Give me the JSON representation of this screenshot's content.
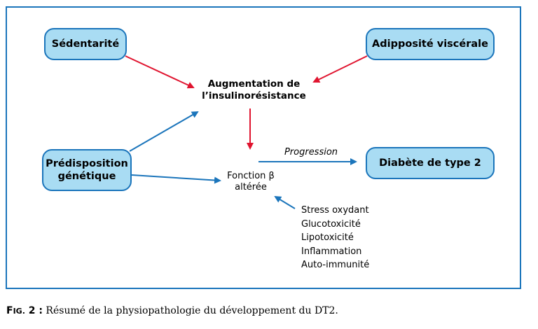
{
  "colors": {
    "frame": "#1b75bb",
    "node_fill": "#a9dcf3",
    "node_border": "#1b75bb",
    "arrow_red": "#e0142f",
    "arrow_blue": "#1b75bb"
  },
  "nodes": {
    "sedentarite": "Sédentarité",
    "adiposite": "Adipposité viscérale",
    "predisposition": "Prédisposition génétique",
    "diabete": "Diabète de type 2"
  },
  "labels": {
    "insulinoresistance_line1": "Augmentation de",
    "insulinoresistance_line2": "l’insulinorésistance",
    "fonction_line1": "Fonction β",
    "fonction_line2": "altérée",
    "progression": "Progression"
  },
  "factors": [
    "Stress oxydant",
    "Glucotoxicité",
    "Lipotoxicité",
    "Inflammation",
    "Auto-immunité"
  ],
  "caption": {
    "figure_label_first": "F",
    "figure_label_rest": "IG.",
    "figure_number": " 2 :",
    "text": " Résumé de la physiopathologie du développement du DT2."
  },
  "edges": [
    {
      "from": "Sédentarité",
      "to": "Augmentation de l’insulinorésistance",
      "color": "red"
    },
    {
      "from": "Adipposité viscérale",
      "to": "Augmentation de l’insulinorésistance",
      "color": "red"
    },
    {
      "from": "Prédisposition génétique",
      "to": "Augmentation de l’insulinorésistance",
      "color": "blue"
    },
    {
      "from": "Prédisposition génétique",
      "to": "Fonction β altérée",
      "color": "blue"
    },
    {
      "from": "Augmentation de l’insulinorésistance",
      "to": "Fonction β altérée",
      "color": "red"
    },
    {
      "from": "Fonction β altérée",
      "to": "Diabète de type 2",
      "color": "blue",
      "label": "Progression"
    },
    {
      "from": "Stress oxydant / Glucotoxicité / Lipotoxicité / Inflammation / Auto-immunité",
      "to": "Fonction β altérée",
      "color": "blue"
    }
  ]
}
